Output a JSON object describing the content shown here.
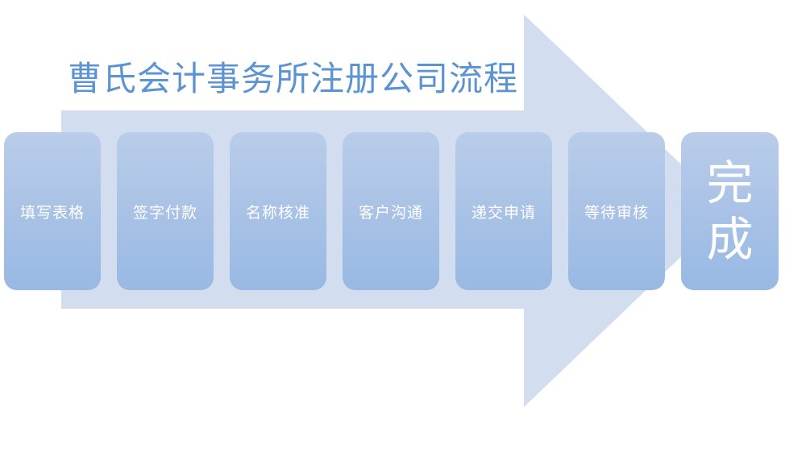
{
  "title": "曹氏会计事务所注册公司流程",
  "steps": [
    {
      "label": "填写表格"
    },
    {
      "label": "签字付款"
    },
    {
      "label": "名称核准"
    },
    {
      "label": "客户沟通"
    },
    {
      "label": "递交申请"
    },
    {
      "label": "等待审核"
    }
  ],
  "final": {
    "line1": "完",
    "line2": "成"
  },
  "colors": {
    "title": "#5b93d3",
    "arrow": "#d2ddf0",
    "box_top": "#b9cde9",
    "box_bottom": "#98b9e4",
    "box_text": "#ffffff"
  }
}
